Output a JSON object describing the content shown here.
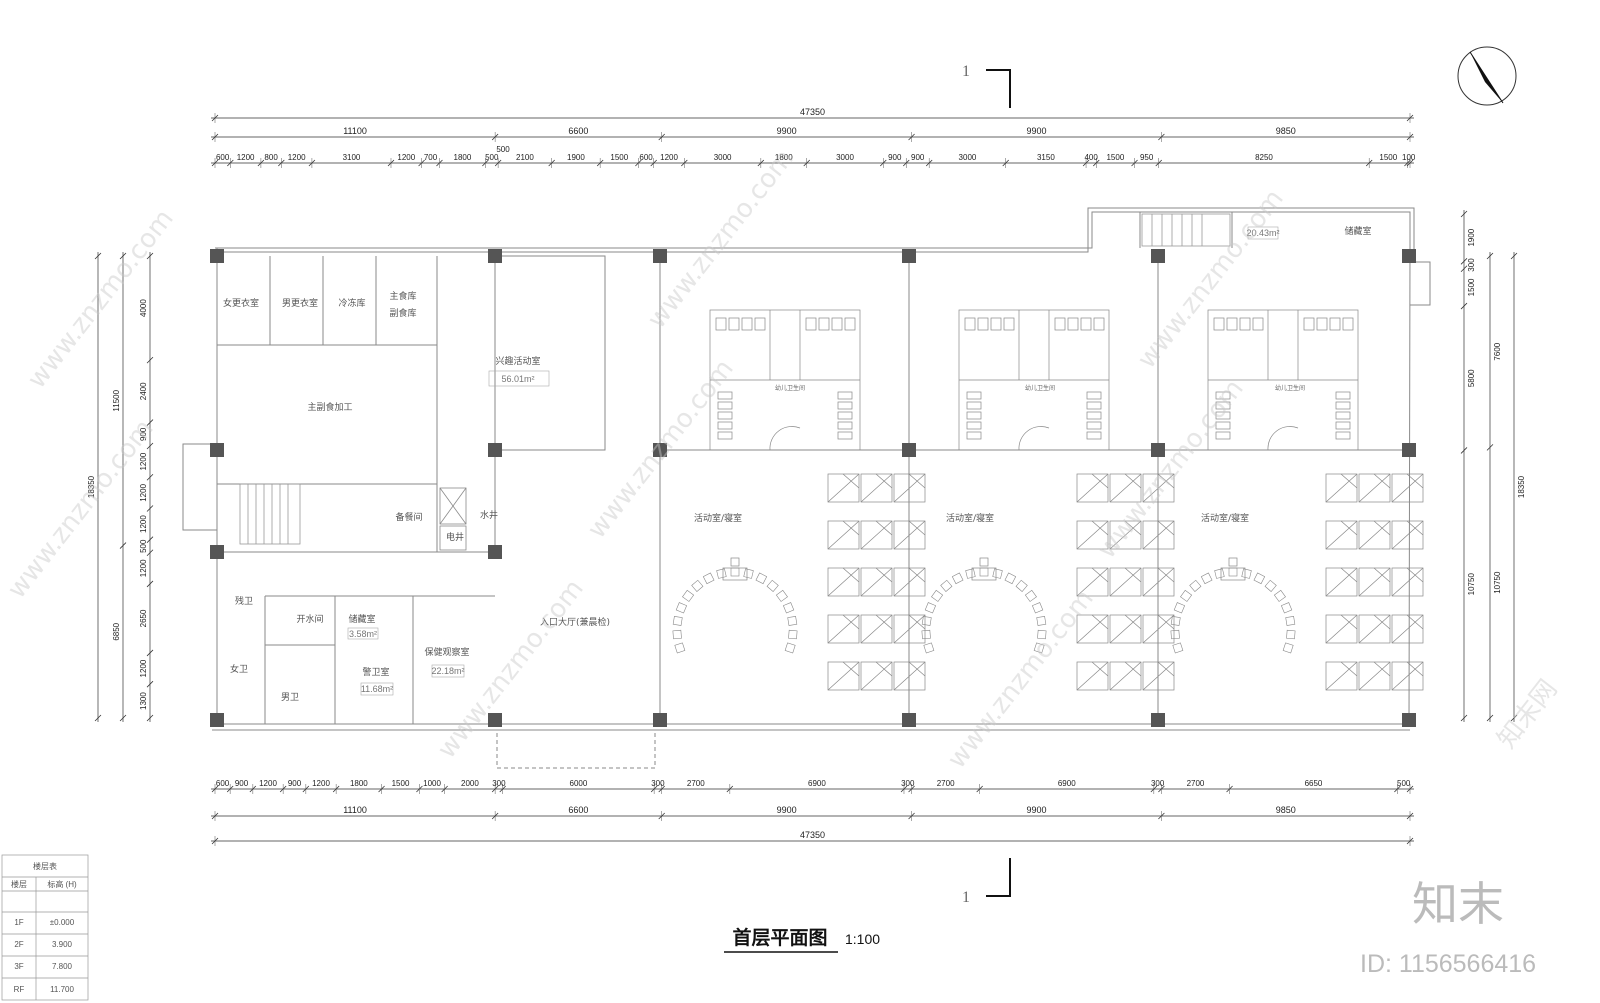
{
  "drawing": {
    "title": "首层平面图",
    "scale": "1:100",
    "section_mark": "1"
  },
  "dimensions": {
    "top_total": "47350",
    "top_mid": [
      "11100",
      "6600",
      "9900",
      "9900",
      "9850"
    ],
    "top_detail": [
      "600",
      "1200",
      "800",
      "1200",
      "3100",
      "1200",
      "700",
      "1800",
      "500",
      "2100",
      "1900",
      "1500",
      "600",
      "1200",
      "3000",
      "1800",
      "3000",
      "900",
      "900",
      "3000",
      "3150",
      "400",
      "1500",
      "950",
      "8250",
      "1500",
      "100"
    ],
    "top_detail_extra": "500",
    "bottom_detail": [
      "600",
      "900",
      "1200",
      "900",
      "1200",
      "1800",
      "1500",
      "1000",
      "2000",
      "300",
      "6000",
      "300",
      "2700",
      "6900",
      "300",
      "2700",
      "6900",
      "300",
      "2700",
      "6650",
      "500"
    ],
    "bottom_mid": [
      "11100",
      "6600",
      "9900",
      "9900",
      "9850"
    ],
    "bottom_total": "47350",
    "left_detail": [
      "4000",
      "2400",
      "900",
      "1200",
      "1200",
      "1200",
      "500",
      "1200",
      "2650",
      "1200",
      "1300"
    ],
    "left_mid": [
      "11500",
      "6850"
    ],
    "left_total": "18350",
    "right_detail": [
      "1900",
      "300",
      "1500",
      "5800",
      "10750"
    ],
    "right_mid": [
      "7600",
      "10750"
    ],
    "right_total": "18350"
  },
  "rooms": {
    "female_locker": "女更衣室",
    "male_locker": "男更衣室",
    "cold_store": "冷冻库",
    "staple_store": "主食库",
    "side_store": "副食库",
    "main_kitchen": "主副食加工",
    "interest_room": "兴趣活动室",
    "interest_area": "56.01m²",
    "serving": "备餐间",
    "water_well": "水井",
    "elec_well": "电井",
    "accessible_wc": "残卫",
    "water_room": "开水间",
    "storage_1": "储藏室",
    "storage_1_area": "3.58m²",
    "female_wc": "女卫",
    "male_wc": "男卫",
    "guard_room": "警卫室",
    "guard_area": "11.68m²",
    "health_room": "保健观察室",
    "health_area": "22.18m²",
    "lobby": "入口大厅(兼晨检)",
    "activity_1": "活动室/寝室",
    "activity_2": "活动室/寝室",
    "activity_3": "活动室/寝室",
    "toilet_wash": "幼儿卫生间",
    "storage_2": "储藏室",
    "storage_2_area": "20.43m²"
  },
  "floor_table": {
    "header": "楼层表",
    "col_floor": "楼层",
    "col_elev": "标高 (H)",
    "rows": [
      {
        "floor": "1F",
        "elev": "±0.000"
      },
      {
        "floor": "2F",
        "elev": "3.900"
      },
      {
        "floor": "3F",
        "elev": "7.800"
      },
      {
        "floor": "RF",
        "elev": "11.700"
      }
    ]
  },
  "watermark": {
    "brand": "知末",
    "id": "ID: 1156566416",
    "site": "www.znzmo.com",
    "site_cn": "知末网"
  },
  "colors": {
    "line": "#9a9a9a",
    "wall": "#7a7a7a",
    "column": "#555555",
    "dimension": "#333333",
    "watermark": "#c8c8c8"
  }
}
